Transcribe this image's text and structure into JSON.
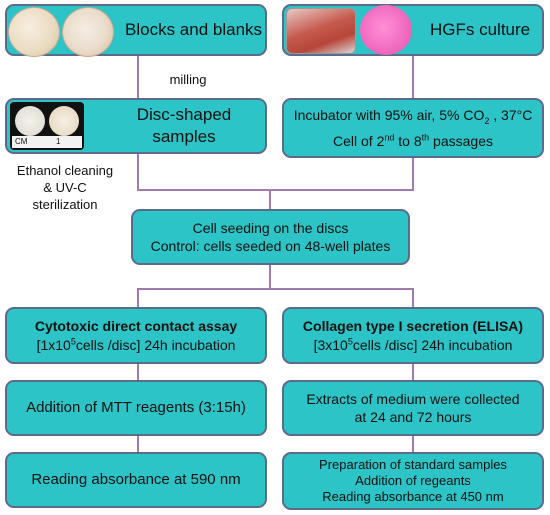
{
  "top_left": {
    "title": "Blocks and blanks"
  },
  "top_right": {
    "title": "HGFs culture"
  },
  "milling_label": "milling",
  "disc_box": {
    "title": "Disc-shaped samples",
    "scale_cm": "CM",
    "scale_1": "1"
  },
  "incubator_box": {
    "line1_pre": "Incubator with 95% air, 5% CO",
    "line1_sub": "2",
    "line1_post": " , 37°C",
    "line2_pre": "Cell of 2",
    "line2_sup1": "nd",
    "line2_mid": " to 8",
    "line2_sup2": "th",
    "line2_post": " passages"
  },
  "sterilization_label": {
    "line1": "Ethanol cleaning",
    "line2": "& UV-C",
    "line3": "sterilization"
  },
  "seeding_box": {
    "line1": "Cell seeding on the discs",
    "line2": "Control: cells seeded on 48-well plates"
  },
  "left_branch": {
    "assay_title": "Cytotoxic direct contact assay",
    "assay_sub_pre": "[1x10",
    "assay_sub_sup": "5",
    "assay_sub_post": "cells /disc] 24h incubation",
    "mtt": "Addition of MTT reagents (3:15h)",
    "reading": "Reading absorbance at 590 nm"
  },
  "right_branch": {
    "assay_title": "Collagen type I secretion (ELISA)",
    "assay_sub_pre": "[3x10",
    "assay_sub_sup": "5",
    "assay_sub_post": "cells /disc] 24h incubation",
    "extracts_line1": "Extracts of medium were collected",
    "extracts_line2": "at 24 and 72 hours",
    "prep_line1": "Preparation of standard samples",
    "prep_line2": "Addition of regeants",
    "prep_line3": "Reading absorbance at 450 nm"
  },
  "colors": {
    "box_fill": "#2cc4c6",
    "box_border": "#5b6b8c",
    "connector": "#a07ab0"
  }
}
